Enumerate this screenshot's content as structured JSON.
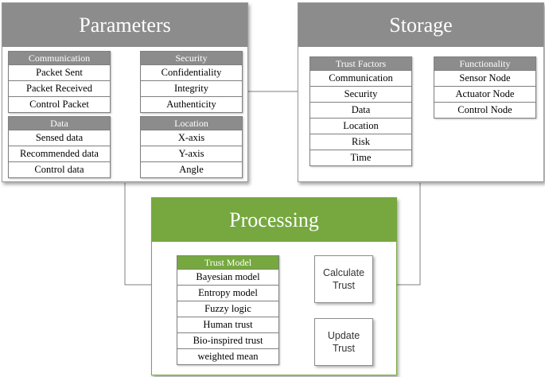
{
  "colors": {
    "gray_header": "#8c8c8c",
    "green_header": "#76a83f",
    "connector": "#7f7f7f"
  },
  "parameters": {
    "title": "Parameters",
    "communication": {
      "title": "Communication",
      "items": [
        "Packet Sent",
        "Packet Received",
        "Control Packet"
      ]
    },
    "security": {
      "title": "Security",
      "items": [
        "Confidentiality",
        "Integrity",
        "Authenticity"
      ]
    },
    "data": {
      "title": "Data",
      "items": [
        "Sensed data",
        "Recommended data",
        "Control data"
      ]
    },
    "location": {
      "title": "Location",
      "items": [
        "X-axis",
        "Y-axis",
        "Angle"
      ]
    }
  },
  "storage": {
    "title": "Storage",
    "trust_factors": {
      "title": "Trust Factors",
      "items": [
        "Communication",
        "Security",
        "Data",
        "Location",
        "Risk",
        "Time"
      ]
    },
    "functionality": {
      "title": "Functionality",
      "items": [
        "Sensor Node",
        "Actuator Node",
        "Control Node"
      ]
    }
  },
  "processing": {
    "title": "Processing",
    "trust_model": {
      "title": "Trust Model",
      "items": [
        "Bayesian model",
        "Entropy model",
        "Fuzzy logic",
        "Human trust",
        "Bio-inspired trust",
        "weighted mean"
      ]
    },
    "calculate": [
      "Calculate",
      "Trust"
    ],
    "update": [
      "Update",
      "Trust"
    ]
  }
}
